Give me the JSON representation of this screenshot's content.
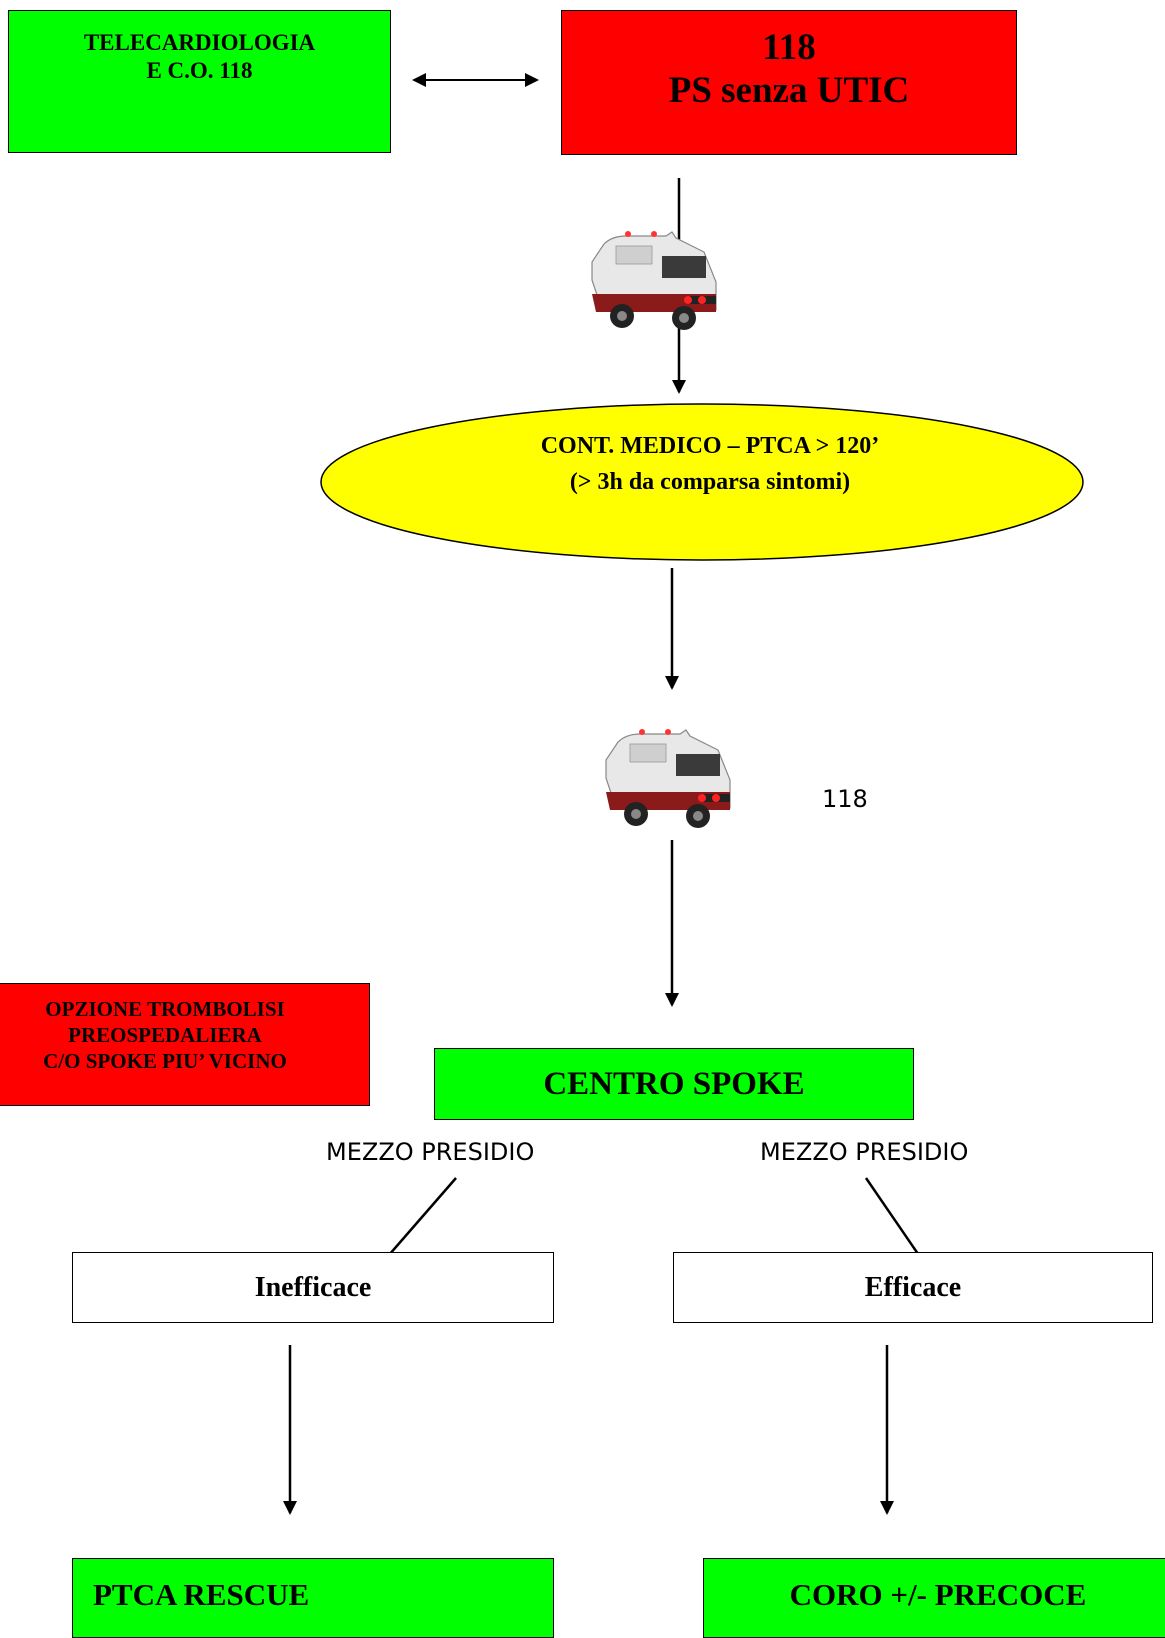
{
  "telecardiologia": {
    "line1": "TELECARDIOLOGIA",
    "line2": "E C.O. 118"
  },
  "ps": {
    "line1": "118",
    "line2": "PS senza UTIC"
  },
  "contatto": {
    "line1": "CONT. MEDICO – PTCA > 120’",
    "line2": "(> 3h da comparsa sintomi)"
  },
  "ambulance_label": "118",
  "opzione": {
    "line1": "OPZIONE TROMBOLISI",
    "line2": "PREOSPEDALIERA",
    "line3": "C/O SPOKE PIU’ VICINO"
  },
  "spoke": "CENTRO SPOKE",
  "mezzo_left": "MEZZO PRESIDIO",
  "mezzo_right": "MEZZO PRESIDIO",
  "inefficace": "Inefficace",
  "efficace": "Efficace",
  "ptca_rescue": "PTCA RESCUE",
  "coro": "CORO +/- PRECOCE",
  "colors": {
    "green": "#00ff00",
    "red": "#ff0000",
    "ellipse": "#ffff00"
  },
  "icons": [
    "ambulance-icon",
    "ambulance-icon"
  ]
}
